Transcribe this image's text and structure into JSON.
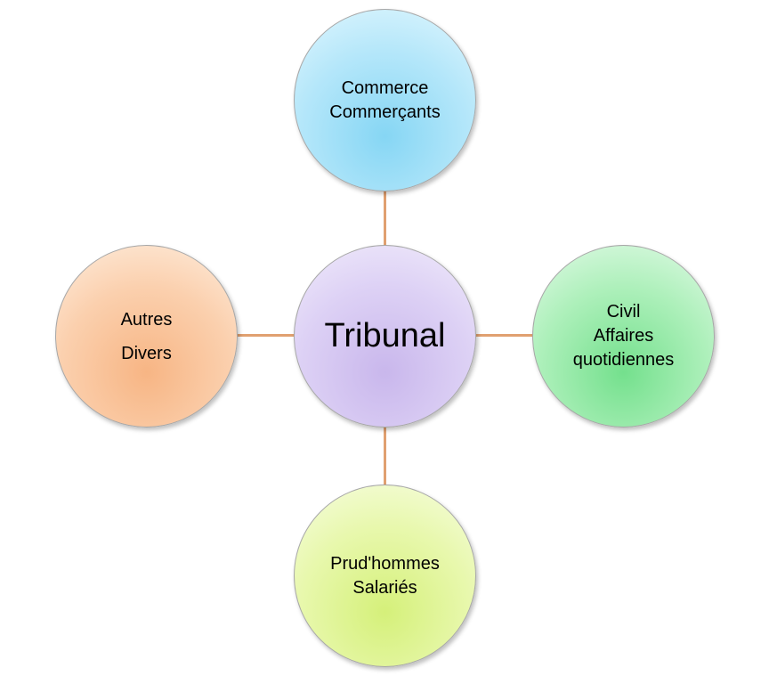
{
  "diagram": {
    "center": {
      "label": "Tribunal",
      "color": "#d8cbf3"
    },
    "top": {
      "lines": [
        "Commerce",
        "Commerçants"
      ],
      "color": "#b5e7fa"
    },
    "right": {
      "lines": [
        "Civil",
        "Affaires",
        "quotidiennes"
      ],
      "color": "#aef0bb"
    },
    "bottom": {
      "lines": [
        "Prud'hommes",
        "Salariés"
      ],
      "color": "#e8f8ad"
    },
    "left": {
      "lines": [
        "Autres",
        "Divers"
      ],
      "color": "#fbd0ae"
    },
    "connector_color": "#e0a070"
  }
}
